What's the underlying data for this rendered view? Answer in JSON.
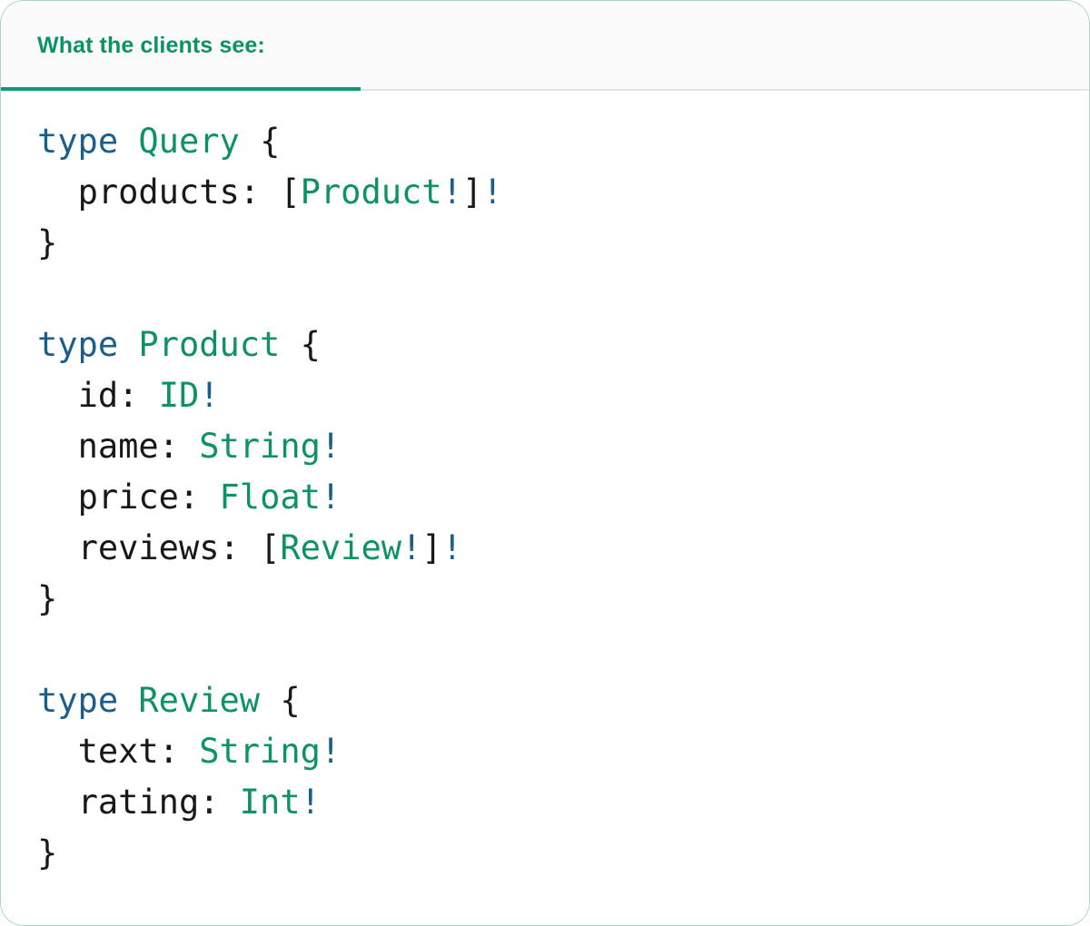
{
  "panel": {
    "border_color": "#a9d6c2",
    "background": "#ffffff"
  },
  "header": {
    "background": "#fbfbfb",
    "tab_label": "What the clients see:",
    "tab_active": true,
    "accent_color": "#0e9068",
    "underline_color": "#11987a",
    "divider_color": "#e4e4e4"
  },
  "code": {
    "language": "graphql",
    "colors": {
      "keyword": "#1b5e8c",
      "type": "#0d9268",
      "punctuation": "#17181a",
      "field": "#17181a",
      "non_null": "#1b5e8c"
    },
    "lines": [
      {
        "indent": 0,
        "tokens": [
          {
            "t": "type",
            "c": "kw"
          },
          {
            "t": " ",
            "c": "punc"
          },
          {
            "t": "Query",
            "c": "type"
          },
          {
            "t": " ",
            "c": "punc"
          },
          {
            "t": "{",
            "c": "punc"
          }
        ]
      },
      {
        "indent": 2,
        "tokens": [
          {
            "t": "products",
            "c": "field"
          },
          {
            "t": ": ",
            "c": "punc"
          },
          {
            "t": "[",
            "c": "punc"
          },
          {
            "t": "Product",
            "c": "type"
          },
          {
            "t": "!",
            "c": "bang"
          },
          {
            "t": "]",
            "c": "punc"
          },
          {
            "t": "!",
            "c": "bang"
          }
        ]
      },
      {
        "indent": 0,
        "tokens": [
          {
            "t": "}",
            "c": "punc"
          }
        ]
      },
      {
        "indent": 0,
        "tokens": []
      },
      {
        "indent": 0,
        "tokens": [
          {
            "t": "type",
            "c": "kw"
          },
          {
            "t": " ",
            "c": "punc"
          },
          {
            "t": "Product",
            "c": "type"
          },
          {
            "t": " ",
            "c": "punc"
          },
          {
            "t": "{",
            "c": "punc"
          }
        ]
      },
      {
        "indent": 2,
        "tokens": [
          {
            "t": "id",
            "c": "field"
          },
          {
            "t": ": ",
            "c": "punc"
          },
          {
            "t": "ID",
            "c": "type"
          },
          {
            "t": "!",
            "c": "bang"
          }
        ]
      },
      {
        "indent": 2,
        "tokens": [
          {
            "t": "name",
            "c": "field"
          },
          {
            "t": ": ",
            "c": "punc"
          },
          {
            "t": "String",
            "c": "type"
          },
          {
            "t": "!",
            "c": "bang"
          }
        ]
      },
      {
        "indent": 2,
        "tokens": [
          {
            "t": "price",
            "c": "field"
          },
          {
            "t": ": ",
            "c": "punc"
          },
          {
            "t": "Float",
            "c": "type"
          },
          {
            "t": "!",
            "c": "bang"
          }
        ]
      },
      {
        "indent": 2,
        "tokens": [
          {
            "t": "reviews",
            "c": "field"
          },
          {
            "t": ": ",
            "c": "punc"
          },
          {
            "t": "[",
            "c": "punc"
          },
          {
            "t": "Review",
            "c": "type"
          },
          {
            "t": "!",
            "c": "bang"
          },
          {
            "t": "]",
            "c": "punc"
          },
          {
            "t": "!",
            "c": "bang"
          }
        ]
      },
      {
        "indent": 0,
        "tokens": [
          {
            "t": "}",
            "c": "punc"
          }
        ]
      },
      {
        "indent": 0,
        "tokens": []
      },
      {
        "indent": 0,
        "tokens": [
          {
            "t": "type",
            "c": "kw"
          },
          {
            "t": " ",
            "c": "punc"
          },
          {
            "t": "Review",
            "c": "type"
          },
          {
            "t": " ",
            "c": "punc"
          },
          {
            "t": "{",
            "c": "punc"
          }
        ]
      },
      {
        "indent": 2,
        "tokens": [
          {
            "t": "text",
            "c": "field"
          },
          {
            "t": ": ",
            "c": "punc"
          },
          {
            "t": "String",
            "c": "type"
          },
          {
            "t": "!",
            "c": "bang"
          }
        ]
      },
      {
        "indent": 2,
        "tokens": [
          {
            "t": "rating",
            "c": "field"
          },
          {
            "t": ": ",
            "c": "punc"
          },
          {
            "t": "Int",
            "c": "type"
          },
          {
            "t": "!",
            "c": "bang"
          }
        ]
      },
      {
        "indent": 0,
        "tokens": [
          {
            "t": "}",
            "c": "punc"
          }
        ]
      }
    ]
  }
}
